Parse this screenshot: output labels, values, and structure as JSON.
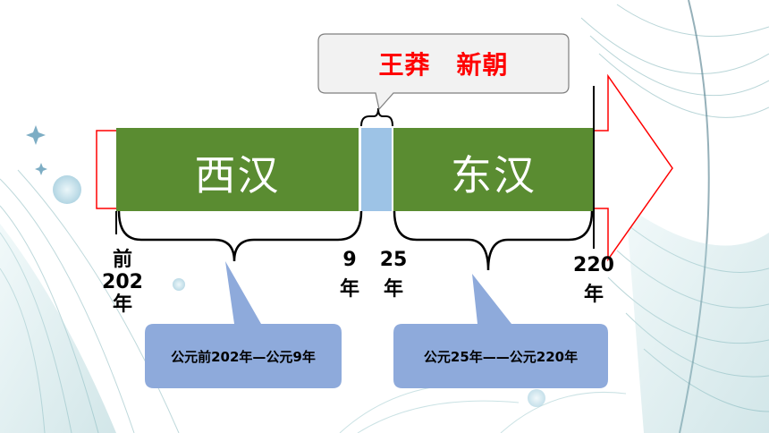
{
  "timeline": {
    "xihan_label": "西汉",
    "donghan_label": "东汉",
    "xinchao_callout": "王莽　新朝",
    "colors": {
      "xihan_fill": "#5a8c31",
      "xinchao_fill": "#9dc3e6",
      "donghan_fill": "#5a8c31",
      "arrow_outline": "#ff0000",
      "callout_fill": "#8eaadb"
    }
  },
  "years": {
    "start_line1": "前",
    "start_line2": "202",
    "start_line3": "年",
    "nine_line1": "9",
    "nine_line2": "年",
    "twentyfive_line1": "25",
    "twentyfive_line2": "年",
    "end_line1": "220",
    "end_line2": "年"
  },
  "ranges": {
    "xihan": "公元前202年—公元9年",
    "donghan": "公元25年——公元220年"
  }
}
